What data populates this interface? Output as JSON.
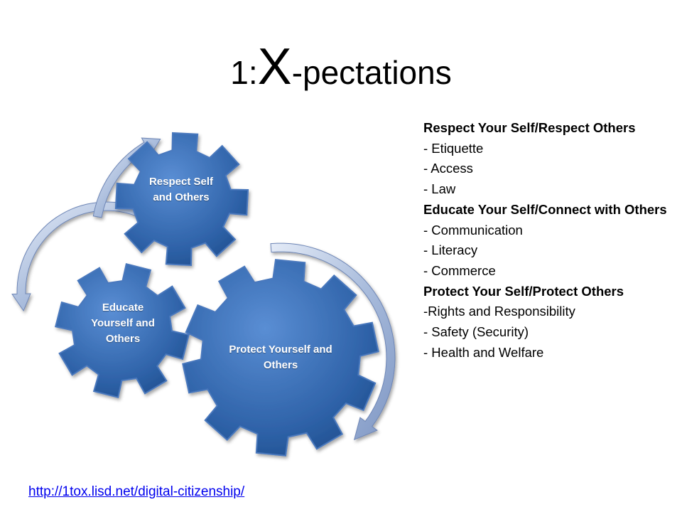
{
  "title": {
    "prefix": "1:",
    "x": "X",
    "suffix": "-pectations"
  },
  "gears": {
    "protect": "Protect Yourself and Others",
    "educate": "Educate Yourself and Others",
    "respect": "Respect Self and Others"
  },
  "notes": [
    {
      "text": "Respect Your Self/Respect Others",
      "heading": true
    },
    {
      "text": "- Etiquette",
      "heading": false
    },
    {
      "text": "- Access",
      "heading": false
    },
    {
      "text": "- Law",
      "heading": false
    },
    {
      "text": "Educate Your Self/Connect with Others",
      "heading": true
    },
    {
      "text": "- Communication",
      "heading": false
    },
    {
      "text": "- Literacy",
      "heading": false
    },
    {
      "text": "- Commerce",
      "heading": false
    },
    {
      "text": "Protect Your Self/Protect Others",
      "heading": true
    },
    {
      "text": "-Rights and Responsibility",
      "heading": false
    },
    {
      "text": "- Safety (Security)",
      "heading": false
    },
    {
      "text": "- Health and Welfare",
      "heading": false
    }
  ],
  "link": "http://1tox.lisd.net/digital-citizenship/",
  "colors": {
    "gear": "#2e62a8",
    "gear_light": "#5a8ed4",
    "arrow": "#9fb3d6",
    "link": "#0000ee"
  }
}
